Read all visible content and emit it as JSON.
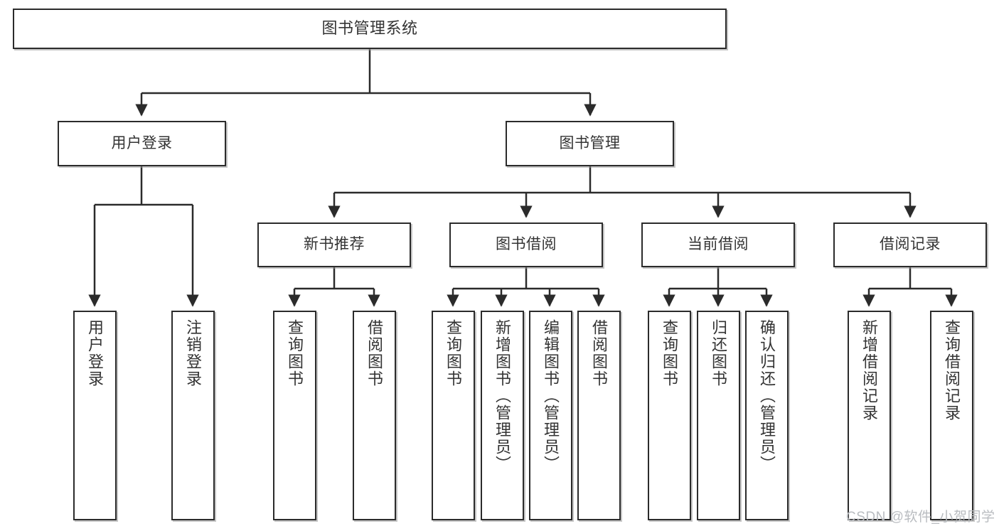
{
  "diagram": {
    "type": "tree",
    "title": "图书管理系统",
    "watermark": "CSDN @软件_小贺同学",
    "colors": {
      "box_border": "#2b2b2b",
      "box_fill": "#ffffff",
      "text": "#333333",
      "connector": "#2b2b2b",
      "watermark": "#b9bcc0"
    },
    "levels": {
      "root": {
        "label": "图书管理系统"
      },
      "level2": [
        {
          "label": "用户登录"
        },
        {
          "label": "图书管理"
        }
      ],
      "level3": [
        {
          "label": "新书推荐"
        },
        {
          "label": "图书借阅"
        },
        {
          "label": "当前借阅"
        },
        {
          "label": "借阅记录"
        }
      ],
      "leaves": [
        {
          "label": "用户登录",
          "parent": "用户登录"
        },
        {
          "label": "注销登录",
          "parent": "用户登录"
        },
        {
          "label": "查询图书",
          "parent": "新书推荐"
        },
        {
          "label": "借阅图书",
          "parent": "新书推荐"
        },
        {
          "label": "查询图书",
          "parent": "图书借阅"
        },
        {
          "label": "新增图书（管理员）",
          "parent": "图书借阅"
        },
        {
          "label": "编辑图书（管理员）",
          "parent": "图书借阅"
        },
        {
          "label": "借阅图书",
          "parent": "图书借阅"
        },
        {
          "label": "查询图书",
          "parent": "当前借阅"
        },
        {
          "label": "归还图书",
          "parent": "当前借阅"
        },
        {
          "label": "确认归还（管理员）",
          "parent": "当前借阅"
        },
        {
          "label": "新增借阅记录",
          "parent": "借阅记录"
        },
        {
          "label": "查询借阅记录",
          "parent": "借阅记录"
        }
      ]
    }
  }
}
